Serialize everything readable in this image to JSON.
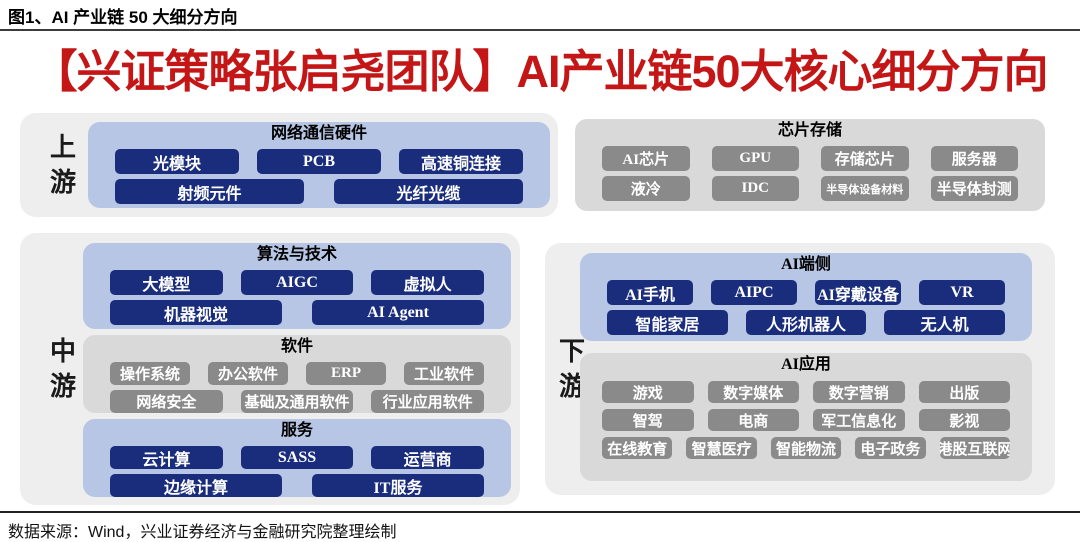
{
  "figure": {
    "caption": "图1、AI 产业链 50 大细分方向",
    "title": "【兴证策略张启尧团队】AI产业链50大核心细分方向",
    "source": "数据来源：Wind，兴业证券经济与金融研究院整理绘制"
  },
  "colors": {
    "title_red": "#c41616",
    "navy_item": "#1a2d7d",
    "light_blue_panel": "#b7c6e4",
    "container_gray": "#eeeeee",
    "panel_gray": "#d9d9d9",
    "gray_item": "#8a8a8a",
    "item_text": "#ffffff"
  },
  "upstream": {
    "label": "上游",
    "network_hw": {
      "title": "网络通信硬件",
      "row1": [
        "光模块",
        "PCB",
        "高速铜连接"
      ],
      "row2": [
        "射频元件",
        "光纤光缆"
      ]
    },
    "chip_storage": {
      "title": "芯片存储",
      "row1": [
        "AI芯片",
        "GPU",
        "存储芯片",
        "服务器"
      ],
      "row2": [
        "液冷",
        "IDC",
        "半导体设备材料",
        "半导体封测"
      ]
    }
  },
  "midstream": {
    "label": "中游",
    "algo_tech": {
      "title": "算法与技术",
      "row1": [
        "大模型",
        "AIGC",
        "虚拟人"
      ],
      "row2": [
        "机器视觉",
        "AI Agent"
      ]
    },
    "software": {
      "title": "软件",
      "row1": [
        "操作系统",
        "办公软件",
        "ERP",
        "工业软件"
      ],
      "row2": [
        "网络安全",
        "基础及通用软件",
        "行业应用软件"
      ]
    },
    "services": {
      "title": "服务",
      "row1": [
        "云计算",
        "SASS",
        "运营商"
      ],
      "row2": [
        "边缘计算",
        "IT服务"
      ]
    }
  },
  "downstream": {
    "label": "下游",
    "ai_device": {
      "title": "AI端侧",
      "row1": [
        "AI手机",
        "AIPC",
        "AI穿戴设备",
        "VR"
      ],
      "row2": [
        "智能家居",
        "人形机器人",
        "无人机"
      ]
    },
    "ai_apps": {
      "title": "AI应用",
      "row1": [
        "游戏",
        "数字媒体",
        "数字营销",
        "出版"
      ],
      "row2": [
        "智驾",
        "电商",
        "军工信息化",
        "影视"
      ],
      "row3": [
        "在线教育",
        "智慧医疗",
        "智能物流",
        "电子政务",
        "港股互联网"
      ]
    }
  }
}
